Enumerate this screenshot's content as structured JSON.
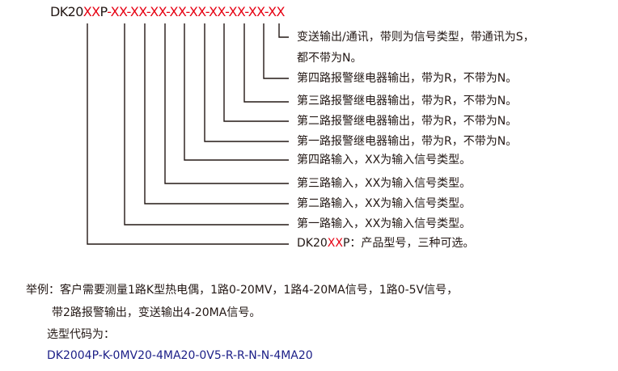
{
  "code": {
    "prefix": "DK20",
    "xx": "XX",
    "p": "P",
    "segments": [
      "-XX",
      "-XX",
      "-XX",
      "-XX",
      "-XX",
      "-XX",
      "-XX",
      "-XX",
      "-XX"
    ]
  },
  "labels": [
    "变送输出/通讯，带则为信号类型，带通讯为S，",
    "都不带为N。",
    "第四路报警继电器输出，带为R，不带为N。",
    "第三路报警继电器输出，带为R，不带为N。",
    "第二路报警继电器输出，带为R，不带为N。",
    "第一路报警继电器输出，带为R，不带为N。",
    "第四路输入，XX为输入信号类型。",
    "第三路输入，XX为输入信号类型。",
    "第二路输入，XX为输入信号类型。",
    "第一路输入，XX为输入信号类型。"
  ],
  "last_label": {
    "prefix": "DK20",
    "xx": "XX",
    "rest": "P：产品型号，三种可选。"
  },
  "example": {
    "line1": "举例：客户需要测量1路K型热电偶，1路0-20MV，1路4-20MA信号，1路0-5V信号，",
    "line2": "带2路报警输出，变送输出4-20MA信号。",
    "line3": "选型代码为：",
    "code": "DK2004P-K-0MV20-4MA20-0V5-R-R-N-N-4MA20"
  },
  "colors": {
    "red": "#e60012",
    "blue": "#1d2088",
    "text": "#231815"
  }
}
